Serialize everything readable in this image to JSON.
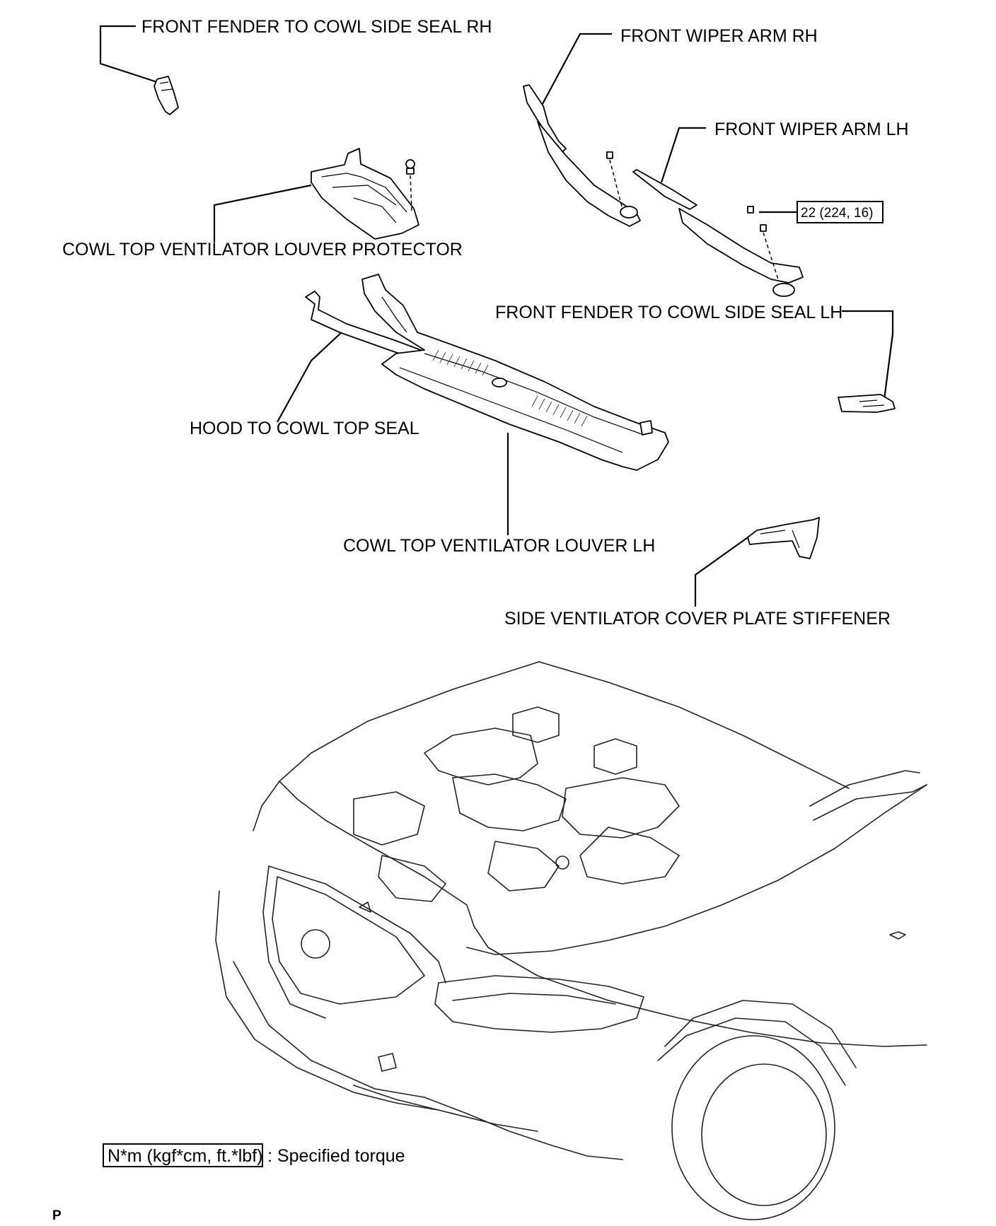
{
  "labels": {
    "fender_seal_rh": "FRONT FENDER TO COWL SIDE SEAL RH",
    "wiper_arm_rh": "FRONT WIPER ARM RH",
    "wiper_arm_lh": "FRONT WIPER ARM LH",
    "torque_value": "22 (224, 16)",
    "louver_protector": "COWL TOP VENTILATOR LOUVER PROTECTOR",
    "fender_seal_lh": "FRONT FENDER TO COWL SIDE SEAL LH",
    "hood_seal": "HOOD TO COWL TOP SEAL",
    "louver_lh": "COWL TOP VENTILATOR LOUVER LH",
    "stiffener": "SIDE VENTILATOR COVER PLATE STIFFENER"
  },
  "legend": {
    "unit": "N*m (kgf*cm, ft.*lbf)",
    "description": ": Specified torque"
  },
  "footer": {
    "mark": "P"
  }
}
